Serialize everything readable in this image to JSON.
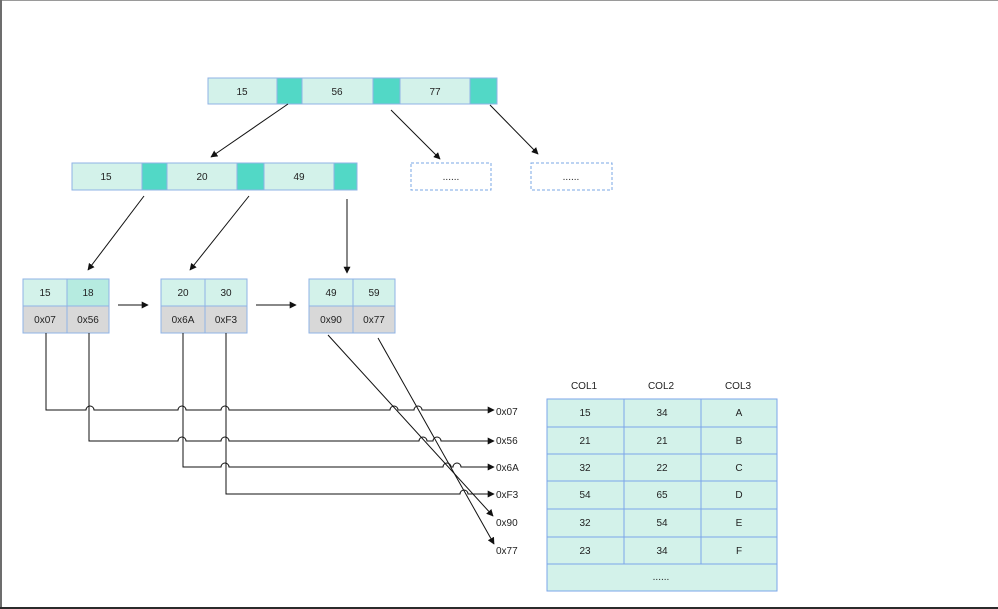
{
  "root": {
    "keys": [
      "15",
      "56",
      "77"
    ]
  },
  "level2": {
    "keys": [
      "15",
      "20",
      "49"
    ]
  },
  "placeholders": [
    "......",
    "......"
  ],
  "leaves": [
    {
      "keys": [
        "15",
        "18"
      ],
      "addrs": [
        "0x07",
        "0x56"
      ]
    },
    {
      "keys": [
        "20",
        "30"
      ],
      "addrs": [
        "0x6A",
        "0xF3"
      ]
    },
    {
      "keys": [
        "49",
        "59"
      ],
      "addrs": [
        "0x90",
        "0x77"
      ]
    }
  ],
  "targets": [
    "0x07",
    "0x56",
    "0x6A",
    "0xF3",
    "0x90",
    "0x77"
  ],
  "table": {
    "headers": [
      "COL1",
      "COL2",
      "COL3"
    ],
    "rows": [
      [
        "15",
        "34",
        "A"
      ],
      [
        "21",
        "21",
        "B"
      ],
      [
        "32",
        "22",
        "C"
      ],
      [
        "54",
        "65",
        "D"
      ],
      [
        "32",
        "54",
        "E"
      ],
      [
        "23",
        "34",
        "F"
      ]
    ],
    "footer": "......"
  },
  "colors": {
    "key_fill": "#d3f2ea",
    "pointer_fill": "#52d8c6",
    "address_fill": "#d8d8d8",
    "border": "#8fb3e6"
  }
}
